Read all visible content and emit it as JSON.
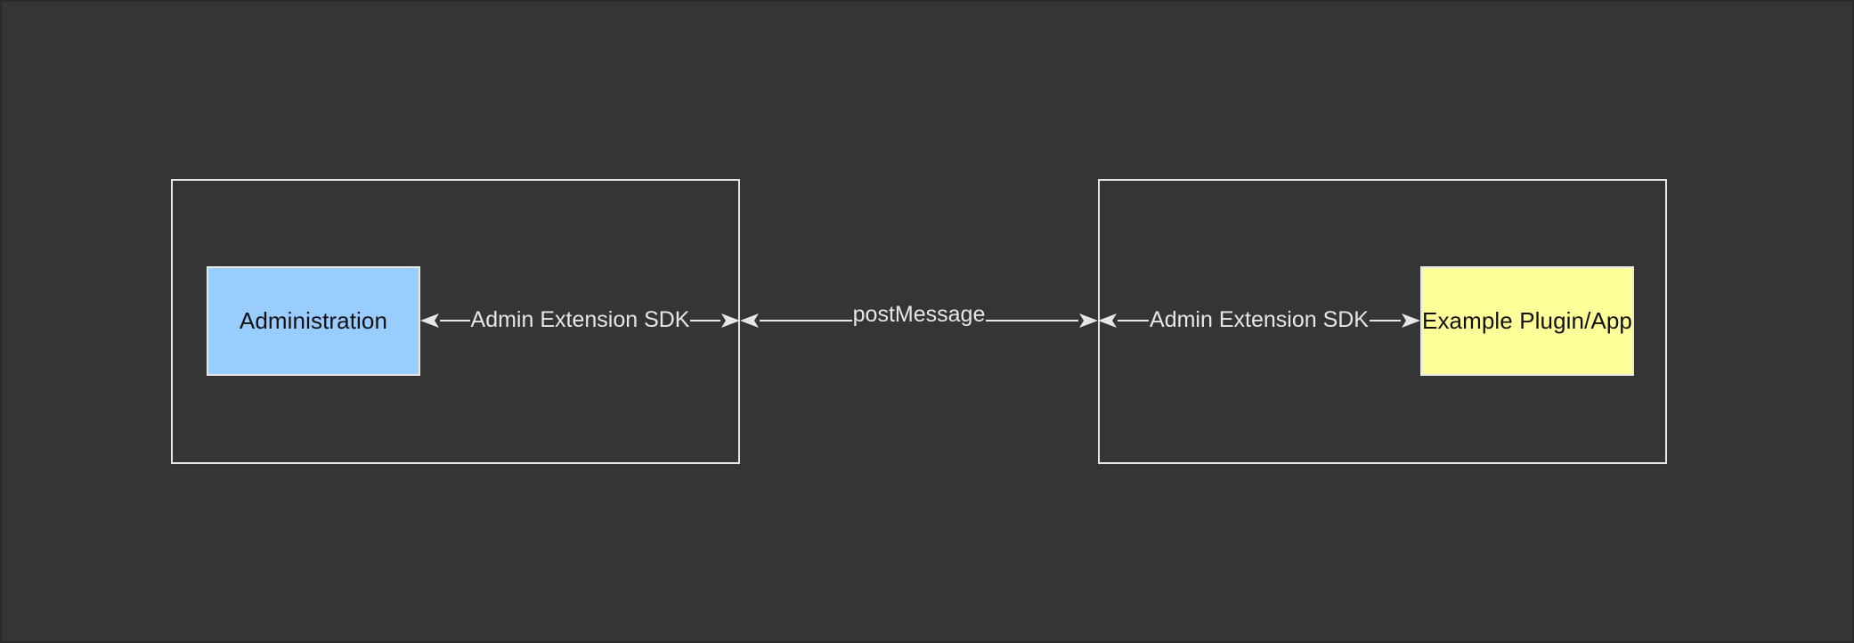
{
  "diagram": {
    "background_color": "#353535",
    "stroke_color": "#e6e6e6",
    "title_text": "",
    "groups": [
      {
        "name": "left-container",
        "label": ""
      },
      {
        "name": "right-container",
        "label": ""
      }
    ],
    "nodes": [
      {
        "id": "administration",
        "label": "Administration",
        "fill_color": "#99ccff",
        "text_color": "#111111"
      },
      {
        "id": "example-plugin-app",
        "label": "Example Plugin/App",
        "fill_color": "#ffff99",
        "text_color": "#111111"
      }
    ],
    "edges": [
      {
        "id": "edge-left-sdk",
        "label": "Admin Extension SDK",
        "direction": "bidirectional",
        "from": "administration",
        "to": "left-container-boundary"
      },
      {
        "id": "edge-postmessage",
        "label": "postMessage",
        "direction": "bidirectional",
        "from": "left-container-boundary",
        "to": "right-container-boundary"
      },
      {
        "id": "edge-right-sdk",
        "label": "Admin Extension SDK",
        "direction": "bidirectional",
        "from": "right-container-boundary",
        "to": "example-plugin-app"
      }
    ]
  }
}
